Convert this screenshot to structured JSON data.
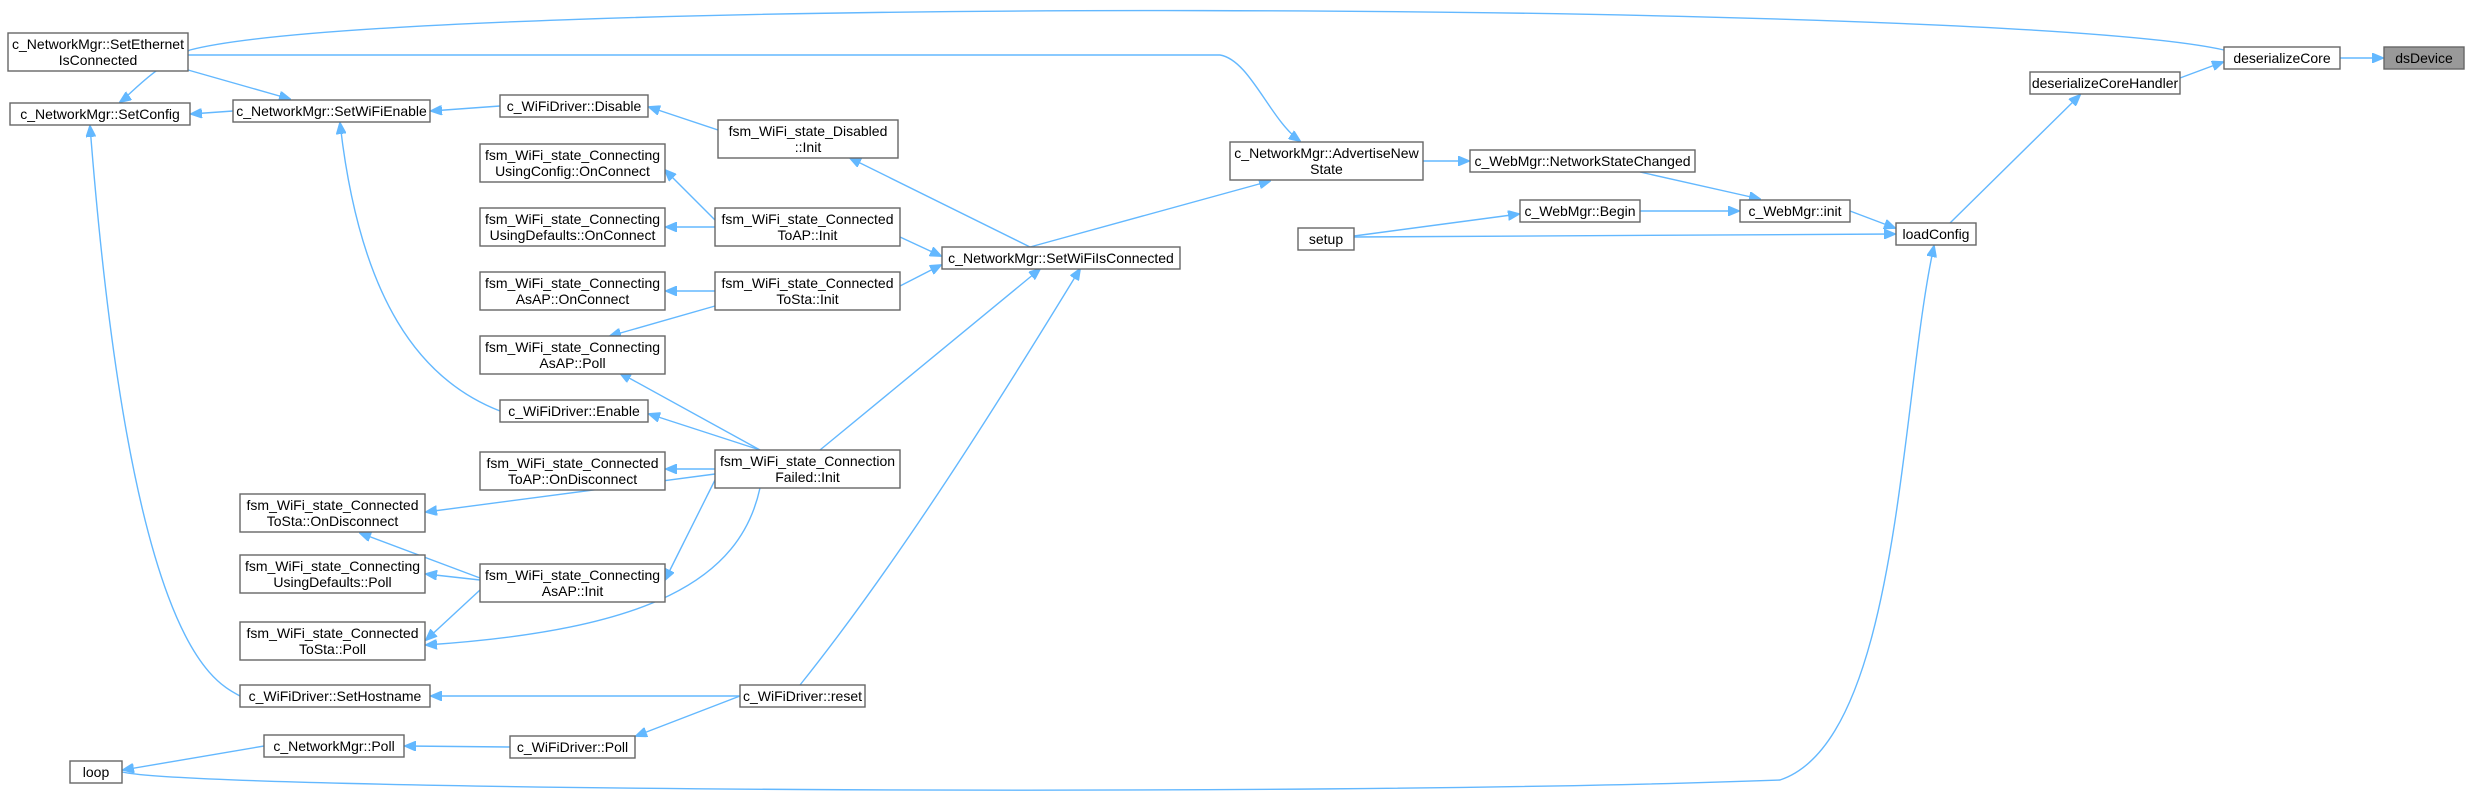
{
  "diagram": {
    "type": "caller-graph",
    "colors": {
      "edge": "#63b8ff",
      "node_border": "#666666",
      "node_fill": "#ffffff",
      "current_fill": "#999999"
    },
    "nodes": [
      {
        "id": "dsDevice",
        "lines": [
          "dsDevice"
        ],
        "current": true
      },
      {
        "id": "deserializeCore",
        "lines": [
          "deserializeCore"
        ]
      },
      {
        "id": "deserializeCoreHandler",
        "lines": [
          "deserializeCoreHandler"
        ]
      },
      {
        "id": "loadConfig",
        "lines": [
          "loadConfig"
        ]
      },
      {
        "id": "c_WebMgr::init",
        "lines": [
          "c_WebMgr::init"
        ]
      },
      {
        "id": "c_WebMgr::NetworkStateChanged",
        "lines": [
          "c_WebMgr::NetworkStateChanged"
        ]
      },
      {
        "id": "c_WebMgr::Begin",
        "lines": [
          "c_WebMgr::Begin"
        ]
      },
      {
        "id": "setup",
        "lines": [
          "setup"
        ]
      },
      {
        "id": "c_NetworkMgr::AdvertiseNewState",
        "lines": [
          "c_NetworkMgr::AdvertiseNew",
          "State"
        ]
      },
      {
        "id": "c_NetworkMgr::SetWiFiIsConnected",
        "lines": [
          "c_NetworkMgr::SetWiFiIsConnected"
        ]
      },
      {
        "id": "c_NetworkMgr::SetEthernetIsConnected",
        "lines": [
          "c_NetworkMgr::SetEthernet",
          "IsConnected"
        ]
      },
      {
        "id": "c_NetworkMgr::SetConfig",
        "lines": [
          "c_NetworkMgr::SetConfig"
        ]
      },
      {
        "id": "c_NetworkMgr::SetWiFiEnable",
        "lines": [
          "c_NetworkMgr::SetWiFiEnable"
        ]
      },
      {
        "id": "c_WiFiDriver::Disable",
        "lines": [
          "c_WiFiDriver::Disable"
        ]
      },
      {
        "id": "fsm_WiFi_state_Disabled::Init",
        "lines": [
          "fsm_WiFi_state_Disabled",
          "::Init"
        ]
      },
      {
        "id": "fsm_WiFi_state_ConnectingUsingConfig::OnConnect",
        "lines": [
          "fsm_WiFi_state_Connecting",
          "UsingConfig::OnConnect"
        ]
      },
      {
        "id": "fsm_WiFi_state_ConnectingUsingDefaults::OnConnect",
        "lines": [
          "fsm_WiFi_state_Connecting",
          "UsingDefaults::OnConnect"
        ]
      },
      {
        "id": "fsm_WiFi_state_ConnectedToAP::Init",
        "lines": [
          "fsm_WiFi_state_Connected",
          "ToAP::Init"
        ]
      },
      {
        "id": "fsm_WiFi_state_ConnectingAsAP::OnConnect",
        "lines": [
          "fsm_WiFi_state_Connecting",
          "AsAP::OnConnect"
        ]
      },
      {
        "id": "fsm_WiFi_state_ConnectedToSta::Init",
        "lines": [
          "fsm_WiFi_state_Connected",
          "ToSta::Init"
        ]
      },
      {
        "id": "fsm_WiFi_state_ConnectingAsAP::Poll",
        "lines": [
          "fsm_WiFi_state_Connecting",
          "AsAP::Poll"
        ]
      },
      {
        "id": "c_WiFiDriver::Enable",
        "lines": [
          "c_WiFiDriver::Enable"
        ]
      },
      {
        "id": "fsm_WiFi_state_ConnectedToAP::OnDisconnect",
        "lines": [
          "fsm_WiFi_state_Connected",
          "ToAP::OnDisconnect"
        ]
      },
      {
        "id": "fsm_WiFi_state_ConnectionFailed::Init",
        "lines": [
          "fsm_WiFi_state_Connection",
          "Failed::Init"
        ]
      },
      {
        "id": "fsm_WiFi_state_ConnectedToSta::OnDisconnect",
        "lines": [
          "fsm_WiFi_state_Connected",
          "ToSta::OnDisconnect"
        ]
      },
      {
        "id": "fsm_WiFi_state_ConnectingUsingDefaults::Poll",
        "lines": [
          "fsm_WiFi_state_Connecting",
          "UsingDefaults::Poll"
        ]
      },
      {
        "id": "fsm_WiFi_state_ConnectingAsAP::Init",
        "lines": [
          "fsm_WiFi_state_Connecting",
          "AsAP::Init"
        ]
      },
      {
        "id": "fsm_WiFi_state_ConnectedToSta::Poll",
        "lines": [
          "fsm_WiFi_state_Connected",
          "ToSta::Poll"
        ]
      },
      {
        "id": "c_WiFiDriver::SetHostname",
        "lines": [
          "c_WiFiDriver::SetHostname"
        ]
      },
      {
        "id": "c_WiFiDriver::reset",
        "lines": [
          "c_WiFiDriver::reset"
        ]
      },
      {
        "id": "c_NetworkMgr::Poll",
        "lines": [
          "c_NetworkMgr::Poll"
        ]
      },
      {
        "id": "c_WiFiDriver::Poll",
        "lines": [
          "c_WiFiDriver::Poll"
        ]
      },
      {
        "id": "loop",
        "lines": [
          "loop"
        ]
      }
    ],
    "edges": [
      {
        "from": "deserializeCore",
        "to": "dsDevice"
      },
      {
        "from": "deserializeCoreHandler",
        "to": "deserializeCore"
      },
      {
        "from": "loadConfig",
        "to": "deserializeCoreHandler"
      },
      {
        "from": "c_WebMgr::init",
        "to": "loadConfig"
      },
      {
        "from": "setup",
        "to": "loadConfig"
      },
      {
        "from": "loop",
        "to": "loadConfig"
      },
      {
        "from": "c_WebMgr::NetworkStateChanged",
        "to": "c_WebMgr::init"
      },
      {
        "from": "c_WebMgr::Begin",
        "to": "c_WebMgr::init"
      },
      {
        "from": "setup",
        "to": "c_WebMgr::Begin"
      },
      {
        "from": "c_NetworkMgr::AdvertiseNewState",
        "to": "c_WebMgr::NetworkStateChanged"
      },
      {
        "from": "c_NetworkMgr::SetEthernetIsConnected",
        "to": "c_NetworkMgr::AdvertiseNewState"
      },
      {
        "from": "c_NetworkMgr::SetWiFiIsConnected",
        "to": "c_NetworkMgr::AdvertiseNewState"
      },
      {
        "from": "deserializeCore",
        "to": "c_NetworkMgr::SetConfig"
      },
      {
        "from": "c_NetworkMgr::SetEthernetIsConnected",
        "to": "c_NetworkMgr::SetWiFiEnable"
      },
      {
        "from": "c_NetworkMgr::SetWiFiEnable",
        "to": "c_NetworkMgr::SetConfig"
      },
      {
        "from": "c_WiFiDriver::Disable",
        "to": "c_NetworkMgr::SetWiFiEnable"
      },
      {
        "from": "fsm_WiFi_state_Disabled::Init",
        "to": "c_WiFiDriver::Disable"
      },
      {
        "from": "c_NetworkMgr::SetWiFiIsConnected",
        "to": "fsm_WiFi_state_Disabled::Init"
      },
      {
        "from": "fsm_WiFi_state_ConnectedToAP::Init",
        "to": "fsm_WiFi_state_ConnectingUsingConfig::OnConnect"
      },
      {
        "from": "fsm_WiFi_state_ConnectedToAP::Init",
        "to": "fsm_WiFi_state_ConnectingUsingDefaults::OnConnect"
      },
      {
        "from": "c_NetworkMgr::SetWiFiIsConnected",
        "to": "fsm_WiFi_state_ConnectedToAP::Init"
      },
      {
        "from": "fsm_WiFi_state_ConnectedToSta::Init",
        "to": "fsm_WiFi_state_ConnectingAsAP::OnConnect"
      },
      {
        "from": "fsm_WiFi_state_ConnectedToSta::Init",
        "to": "fsm_WiFi_state_ConnectingAsAP::Poll"
      },
      {
        "from": "c_NetworkMgr::SetWiFiIsConnected",
        "to": "fsm_WiFi_state_ConnectedToSta::Init"
      },
      {
        "from": "c_WiFiDriver::Enable",
        "to": "c_NetworkMgr::SetWiFiEnable"
      },
      {
        "from": "fsm_WiFi_state_ConnectionFailed::Init",
        "to": "c_WiFiDriver::Enable"
      },
      {
        "from": "fsm_WiFi_state_ConnectionFailed::Init",
        "to": "fsm_WiFi_state_ConnectingAsAP::Poll"
      },
      {
        "from": "fsm_WiFi_state_ConnectionFailed::Init",
        "to": "fsm_WiFi_state_ConnectedToAP::OnDisconnect"
      },
      {
        "from": "fsm_WiFi_state_ConnectionFailed::Init",
        "to": "fsm_WiFi_state_ConnectedToSta::OnDisconnect"
      },
      {
        "from": "fsm_WiFi_state_ConnectionFailed::Init",
        "to": "fsm_WiFi_state_ConnectingAsAP::Init"
      },
      {
        "from": "fsm_WiFi_state_ConnectionFailed::Init",
        "to": "fsm_WiFi_state_ConnectedToSta::Poll"
      },
      {
        "from": "c_NetworkMgr::SetWiFiIsConnected",
        "to": "fsm_WiFi_state_ConnectionFailed::Init"
      },
      {
        "from": "fsm_WiFi_state_ConnectingAsAP::Init",
        "to": "fsm_WiFi_state_ConnectedToSta::OnDisconnect"
      },
      {
        "from": "fsm_WiFi_state_ConnectingAsAP::Init",
        "to": "fsm_WiFi_state_ConnectingUsingDefaults::Poll"
      },
      {
        "from": "fsm_WiFi_state_ConnectingAsAP::Init",
        "to": "fsm_WiFi_state_ConnectedToSta::Poll"
      },
      {
        "from": "c_NetworkMgr::SetWiFiIsConnected",
        "to": "c_WiFiDriver::reset"
      },
      {
        "from": "c_WiFiDriver::reset",
        "to": "c_WiFiDriver::SetHostname"
      },
      {
        "from": "c_WiFiDriver::SetHostname",
        "to": "c_NetworkMgr::SetConfig"
      },
      {
        "from": "c_WiFiDriver::reset",
        "to": "c_WiFiDriver::Poll"
      },
      {
        "from": "c_WiFiDriver::Poll",
        "to": "c_NetworkMgr::Poll"
      },
      {
        "from": "c_NetworkMgr::Poll",
        "to": "loop"
      }
    ]
  }
}
